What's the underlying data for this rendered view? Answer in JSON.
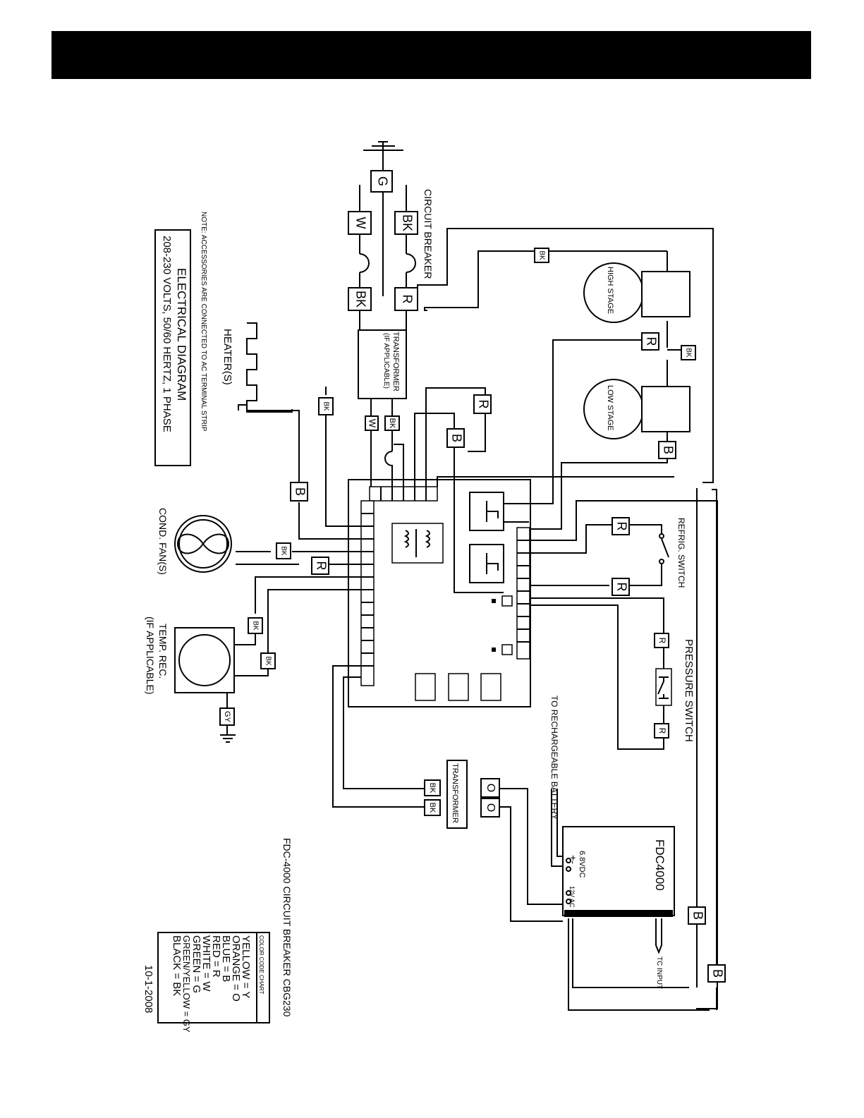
{
  "header": {
    "background": "#000000"
  },
  "labels": {
    "circuit_breaker": "CIRCUIT BREAKER",
    "note": "NOTE: ACCESSORIES ARE CONNECTED TO  AC TERMINAL STRIP",
    "title": "ELECTRICAL DIAGRAM",
    "subtitle": "208-230 VOLTS, 50/60 HERTZ, 1 PHASE",
    "heaters": "HEATER(S)",
    "transformer_top_1": "TRANSFORMER",
    "transformer_top_2": "(IF APPLICABLE)",
    "high_stage": "HIGH STAGE",
    "low_stage": "LOW STAGE",
    "refrig_switch": "REFRIG. SWITCH",
    "pressure_switch": "PRESSURE SWITCH",
    "to_battery": "TO RECHARGEABLE BATTERY",
    "cond_fan": "COND. FAN(S)",
    "temp_rec_1": "TEMP. REC.",
    "temp_rec_2": "(IF APPLICABLE)",
    "transformer_bottom": "TRANSFORMER",
    "fdc4000": "FDC4000",
    "vdc": "6.8VDC",
    "plus_minus": "+-",
    "ac12": "12V AC",
    "tc_input": "TC INPUT",
    "breaker_title": "FDC-4000 CIRCUIT BREAKER CBG230",
    "date": "10-1-2008"
  },
  "wire_tags": {
    "g": "G",
    "w": "W",
    "bk": "BK",
    "r": "R",
    "b": "B",
    "gy": "GY",
    "o": "O"
  },
  "color_chart": {
    "title": "COLOR CODE CHART",
    "entries": [
      "YELLOW = Y",
      "ORANGE = O",
      "BLUE    = B",
      "RED       = R",
      "WHITE   = W",
      "GREEN   =  G",
      "GREEN/YELLOW = GY",
      "BLACK  = BK"
    ]
  }
}
